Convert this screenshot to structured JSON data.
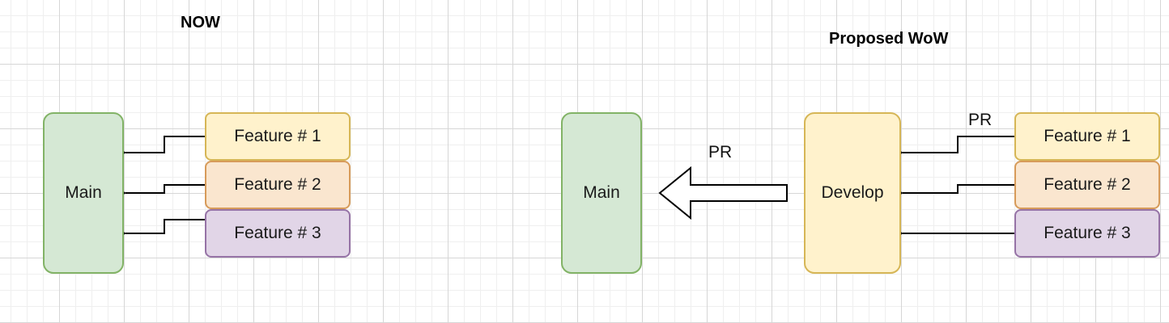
{
  "sections": {
    "now": {
      "title": "NOW"
    },
    "proposed": {
      "title": "Proposed WoW"
    }
  },
  "nodes": {
    "now_main": "Main",
    "now_feature_1": "Feature # 1",
    "now_feature_2": "Feature # 2",
    "now_feature_3": "Feature # 3",
    "proposed_main": "Main",
    "proposed_develop": "Develop",
    "proposed_feature_1": "Feature # 1",
    "proposed_feature_2": "Feature # 2",
    "proposed_feature_3": "Feature # 3"
  },
  "edge_labels": {
    "develop_to_main": "PR",
    "feature_1_to_develop": "PR"
  },
  "colors": {
    "main_fill": "#d5e8d4",
    "main_stroke": "#82b366",
    "develop_fill": "#fff2cc",
    "develop_stroke": "#d6b656",
    "feature_1_fill": "#fff2cc",
    "feature_1_stroke": "#d6b656",
    "feature_2_fill": "#fae6cf",
    "feature_2_stroke": "#d79b5a",
    "feature_3_fill": "#e1d5e7",
    "feature_3_stroke": "#9673a6",
    "connector": "#000000"
  }
}
